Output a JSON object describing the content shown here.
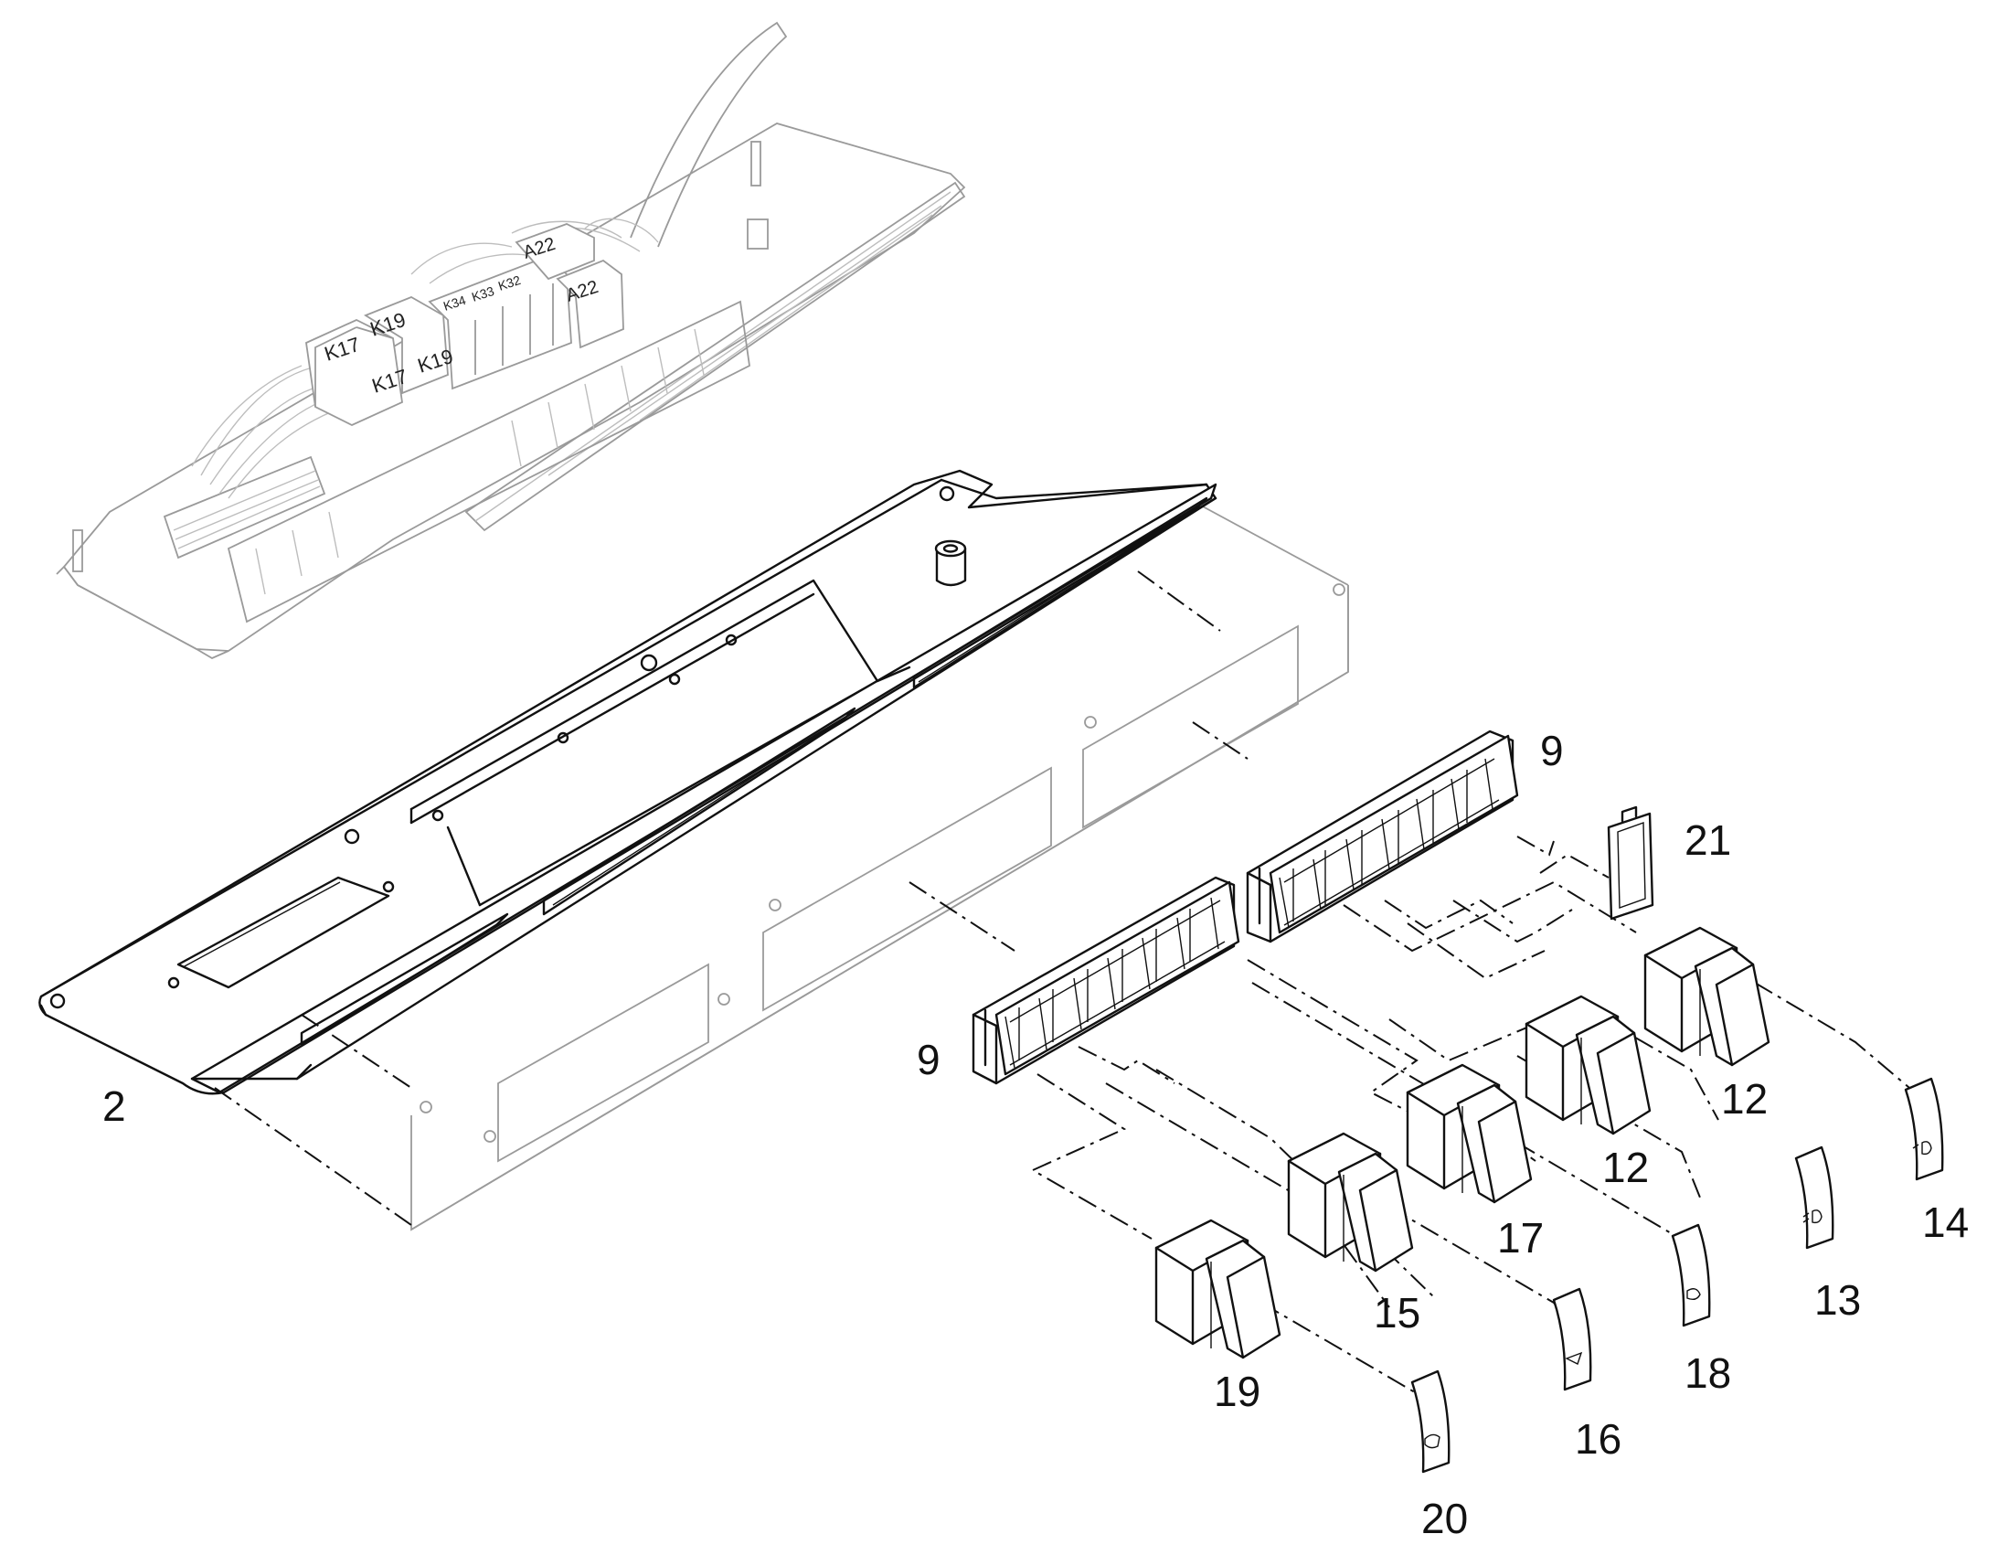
{
  "diagram": {
    "callouts": [
      {
        "id": "c2",
        "label": "2"
      },
      {
        "id": "c9a",
        "label": "9"
      },
      {
        "id": "c9b",
        "label": "9"
      },
      {
        "id": "c21",
        "label": "21"
      },
      {
        "id": "c12a",
        "label": "12"
      },
      {
        "id": "c12b",
        "label": "12"
      },
      {
        "id": "c14",
        "label": "14"
      },
      {
        "id": "c13",
        "label": "13"
      },
      {
        "id": "c17",
        "label": "17"
      },
      {
        "id": "c18",
        "label": "18"
      },
      {
        "id": "c15",
        "label": "15"
      },
      {
        "id": "c16",
        "label": "16"
      },
      {
        "id": "c19",
        "label": "19"
      },
      {
        "id": "c20",
        "label": "20"
      }
    ],
    "relay_labels": {
      "k17_top": "K17",
      "k19_top": "K19",
      "k17_front": "K17",
      "k19_front": "K19",
      "k34": "K34",
      "k33": "K33",
      "k32": "K32",
      "a22_top": "A22",
      "a22_front": "A22"
    },
    "colors": {
      "line": "#111111",
      "background_assembly": "#9a9a9a"
    }
  }
}
